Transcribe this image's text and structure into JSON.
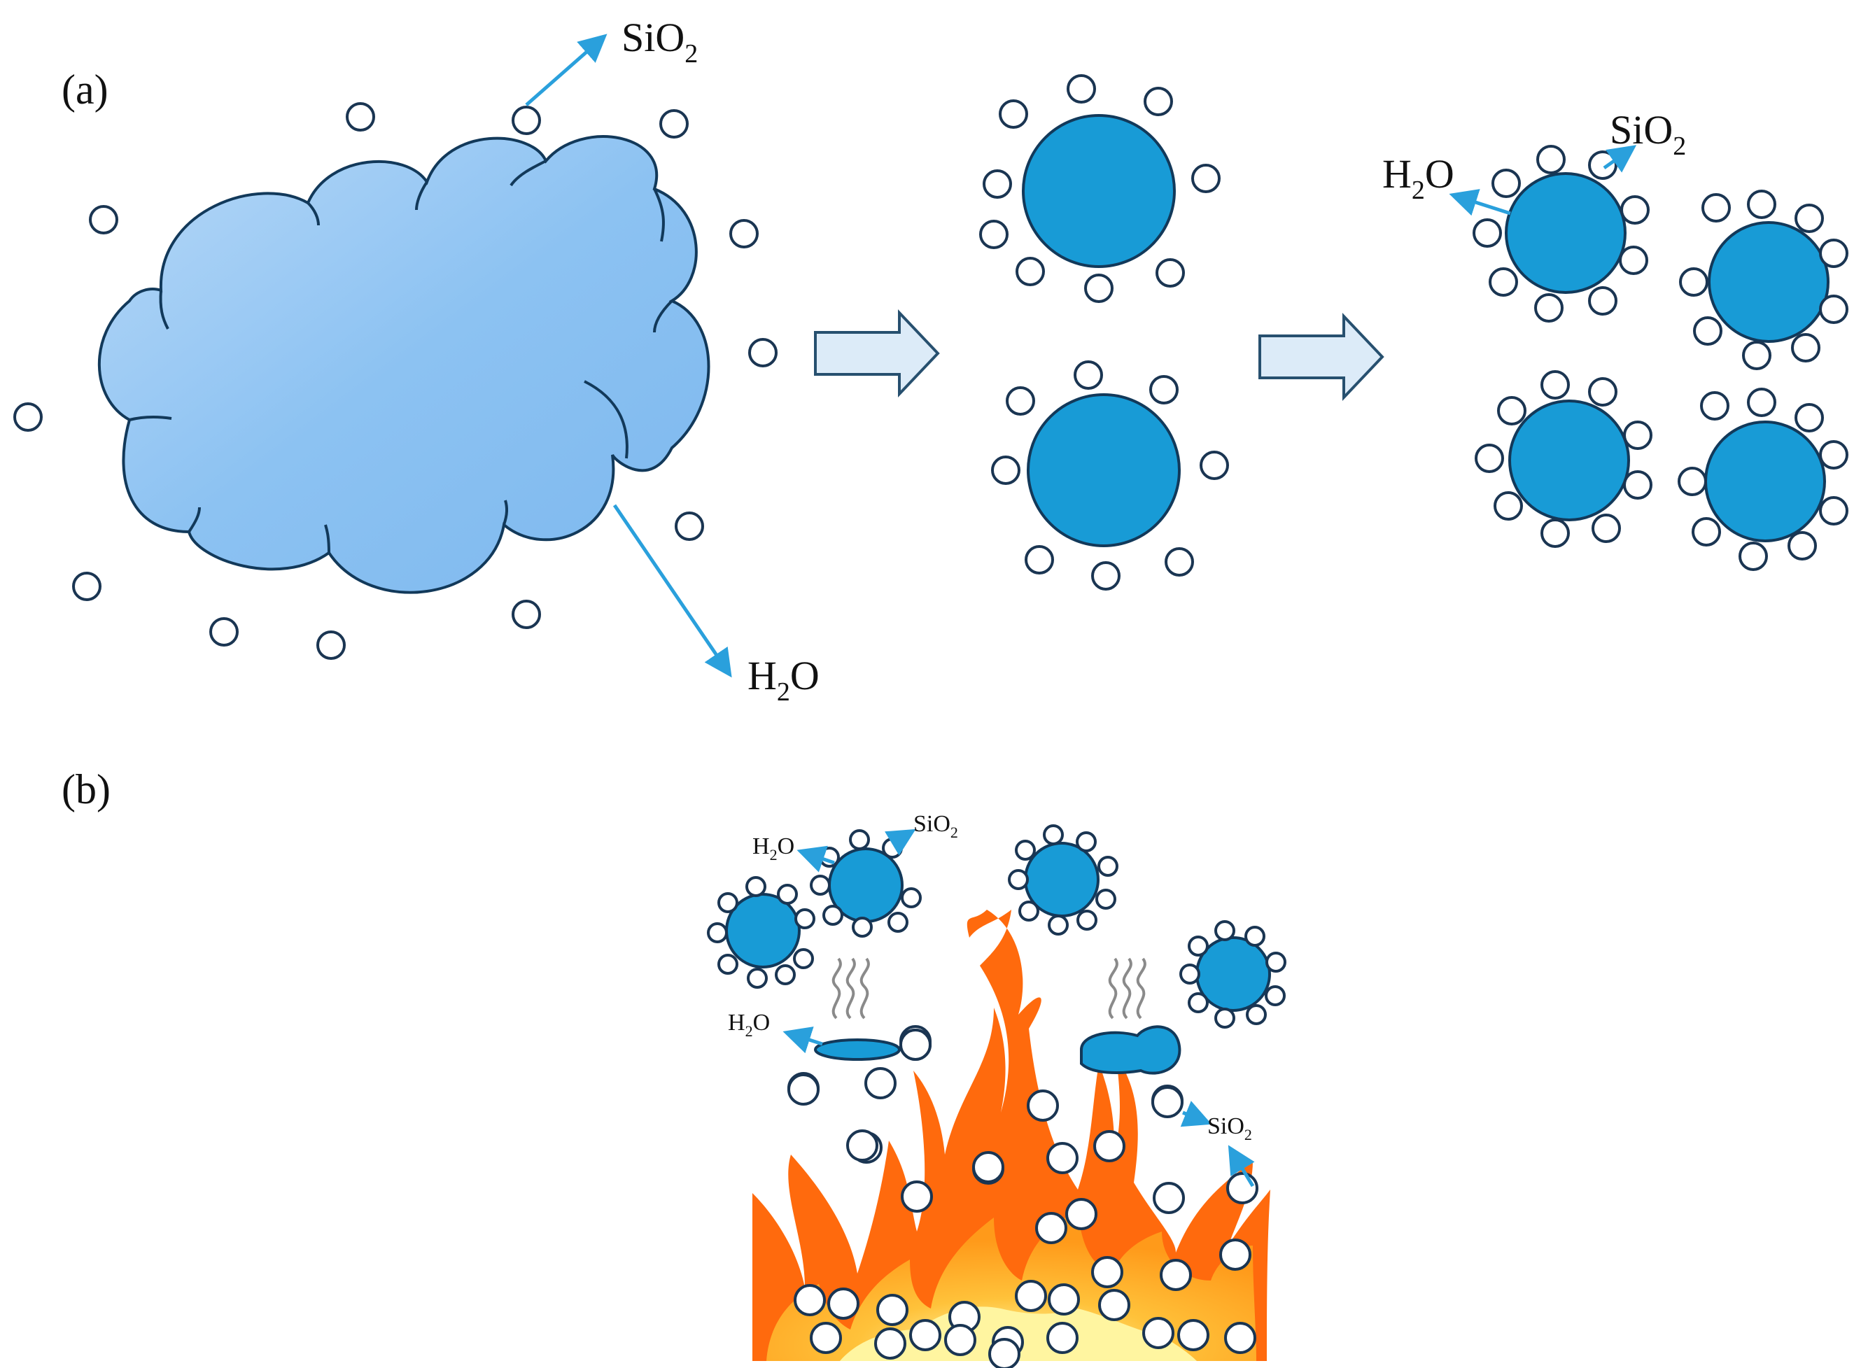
{
  "panels": {
    "a": {
      "label": "(a)"
    },
    "b": {
      "label": "(b)"
    }
  },
  "labels": {
    "sio2": "SiO",
    "sio2_sub": "2",
    "h2o_h": "H",
    "h2o_sub": "2",
    "h2o_o": "O"
  },
  "colors": {
    "cloud": "#8cc2f2",
    "core": "#189bd6",
    "outline": "#12395a",
    "arrow": "#2aa0dc",
    "block_arrow": "#dcebf8",
    "flame_outer": "#ff6a0d",
    "flame_mid": "#ffa21c",
    "flame_inner": "#fff5a0"
  },
  "icons": [
    "cloud-shape",
    "sio2-particle",
    "coated-droplet",
    "process-arrow",
    "flame",
    "steam-icon"
  ]
}
